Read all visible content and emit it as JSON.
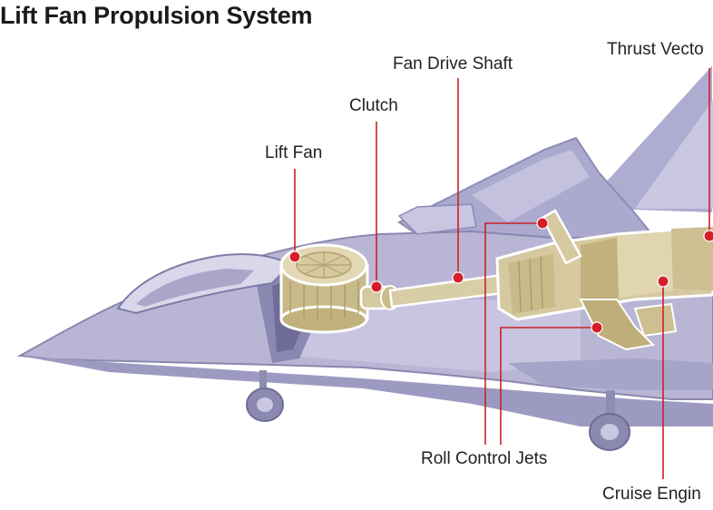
{
  "title": "Lift Fan Propulsion System",
  "labels": {
    "lift_fan": "Lift Fan",
    "clutch": "Clutch",
    "fan_drive_shaft": "Fan Drive Shaft",
    "thrust_vector": "Thrust Vecto",
    "roll_control_jets": "Roll Control Jets",
    "cruise_engine": "Cruise Engin"
  },
  "colors": {
    "airframe": "#b7b5d3",
    "airframe_dark": "#8f8cb3",
    "airframe_light": "#cfcde3",
    "component": "#d6c9a0",
    "component_dark": "#b3a270",
    "leader_line": "#cc1f2a",
    "marker": "#d41f2b"
  }
}
